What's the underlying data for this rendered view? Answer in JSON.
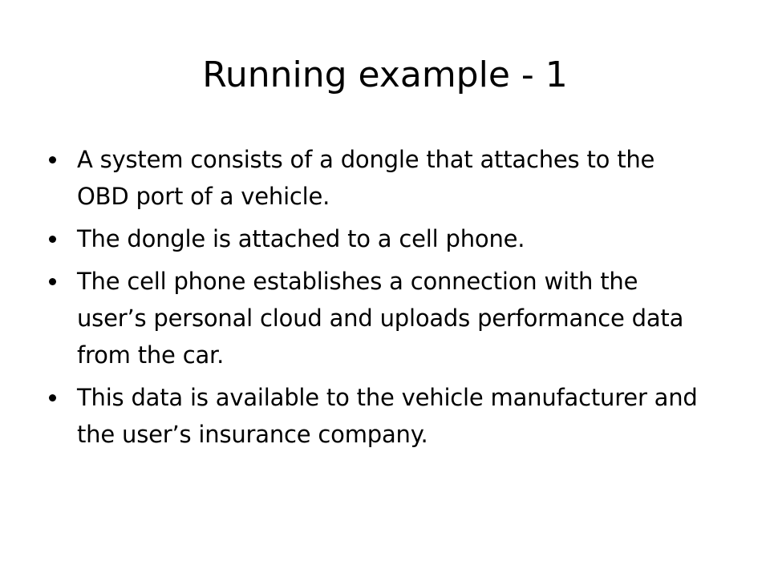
{
  "slide": {
    "title": "Running example - 1",
    "bullets": [
      "A system consists of a dongle that attaches to the OBD port of a vehicle.",
      "The dongle is attached to a cell phone.",
      "The cell phone establishes a connection with the user’s personal cloud and uploads performance data from the car.",
      "This data is available to the vehicle manufacturer and the user’s insurance company."
    ]
  }
}
